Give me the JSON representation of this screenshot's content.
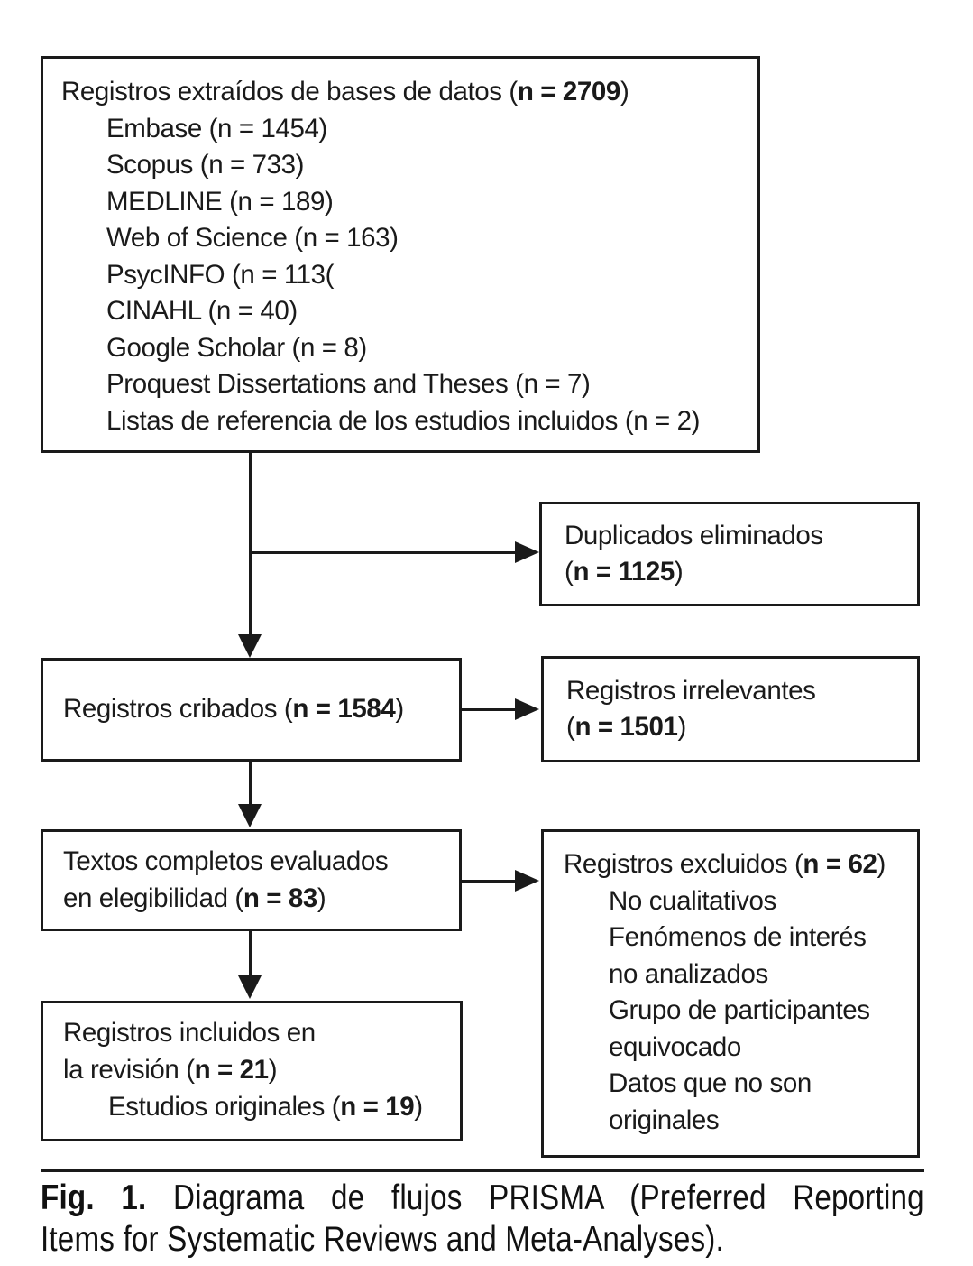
{
  "figure": {
    "colors": {
      "ink": "#1a1a1a",
      "background": "#ffffff"
    },
    "caption": {
      "label": "Fig. 1.",
      "line1_rest": " Diagrama de flujos PRISMA (Preferred Reporting",
      "line2": "Items for Systematic Reviews and Meta-Analyses)."
    }
  },
  "boxes": {
    "identification": {
      "title": {
        "pre": "Registros extraídos de bases de datos (",
        "bold": "n = 2709",
        "post": ")"
      },
      "items": [
        "Embase (n = 1454)",
        "Scopus (n = 733)",
        "MEDLINE (n = 189)",
        "Web of Science (n = 163)",
        "PsycINFO (n = 113(",
        "CINAHL (n = 40)",
        "Google Scholar (n = 8)",
        "Proquest Dissertations and Theses (n = 7)",
        "Listas de referencia de los estudios incluidos (n = 2)"
      ]
    },
    "duplicates": {
      "line1": "Duplicados eliminados",
      "count": {
        "pre": "(",
        "bold": "n = 1125",
        "post": ")"
      }
    },
    "screened": {
      "line1": {
        "pre": "Registros cribados (",
        "bold": "n = 1584",
        "post": ")"
      }
    },
    "irrelevant": {
      "line1": "Registros irrelevantes",
      "count": {
        "pre": "(",
        "bold": "n = 1501",
        "post": ")"
      }
    },
    "fulltext": {
      "line1": "Textos completos evaluados",
      "line2": {
        "pre": "en elegibilidad (",
        "bold": "n = 83",
        "post": ")"
      }
    },
    "excluded": {
      "title": {
        "pre": "Registros excluidos (",
        "bold": "n = 62",
        "post": ")"
      },
      "items": [
        "No cualitativos",
        "Fenómenos de interés",
        "no analizados",
        "Grupo de participantes",
        "equivocado",
        "Datos que no son",
        "originales"
      ]
    },
    "included": {
      "line1": "Registros incluidos en",
      "line2": {
        "pre": "la revisión (",
        "bold": "n = 21",
        "post": ")"
      },
      "line3": {
        "pre": "Estudios originales (",
        "bold": "n = 19",
        "post": ")"
      }
    }
  }
}
